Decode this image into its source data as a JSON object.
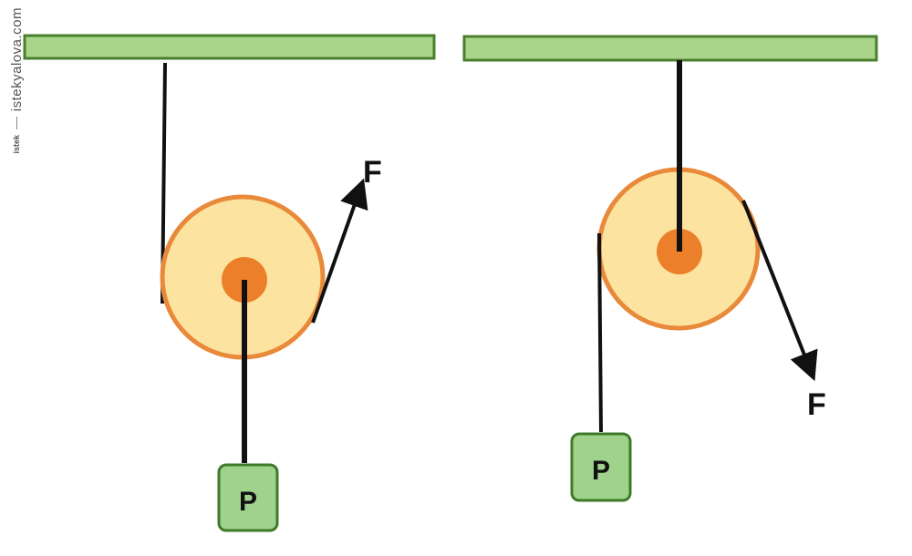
{
  "watermark": {
    "text": "istekyalova.com",
    "logo": "istek"
  },
  "figures": [
    {
      "weight_label": "P",
      "force_label": "F"
    },
    {
      "weight_label": "P",
      "force_label": "F"
    }
  ],
  "colors": {
    "beam_fill": "#a8d58a",
    "beam_stroke": "#4a7f2e",
    "pulley_fill": "#fce3a0",
    "pulley_rim": "#e9893a",
    "axle": "#ec7f2a",
    "rope": "#111111",
    "weight_fill": "#9fd28a",
    "weight_stroke": "#3f7a2a"
  }
}
